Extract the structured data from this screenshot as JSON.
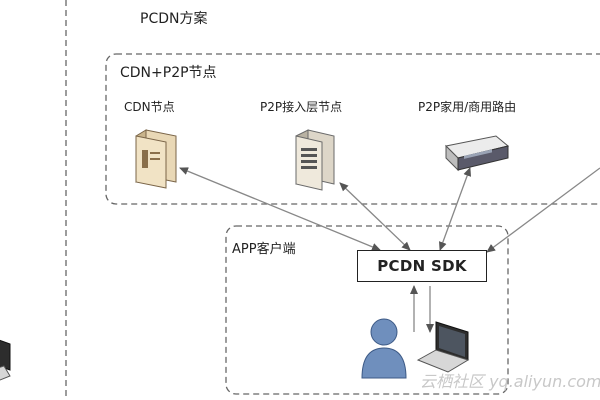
{
  "diagram": {
    "title": "PCDN方案",
    "groups": {
      "cdn_p2p": {
        "label": "CDN+P2P节点"
      },
      "app_client": {
        "label": "APP客户端"
      }
    },
    "nodes": {
      "cdn": {
        "label": "CDN节点",
        "icon": "server-tower-icon"
      },
      "p2p_access": {
        "label": "P2P接入层节点",
        "icon": "server-tower-icon"
      },
      "p2p_home": {
        "label": "P2P家用/商用路由",
        "icon": "router-icon"
      },
      "sdk": {
        "label": "PCDN SDK"
      },
      "user": {
        "icon": "user-icon"
      },
      "laptop": {
        "icon": "laptop-icon"
      }
    },
    "edges": [
      {
        "from": "cdn",
        "to": "sdk"
      },
      {
        "from": "p2p_access",
        "to": "sdk"
      },
      {
        "from": "p2p_home",
        "to": "sdk"
      },
      {
        "from": "sdk",
        "to": "user"
      },
      {
        "from": "user",
        "to": "sdk"
      }
    ],
    "watermark": "云栖社区 yq.aliyun.com"
  }
}
